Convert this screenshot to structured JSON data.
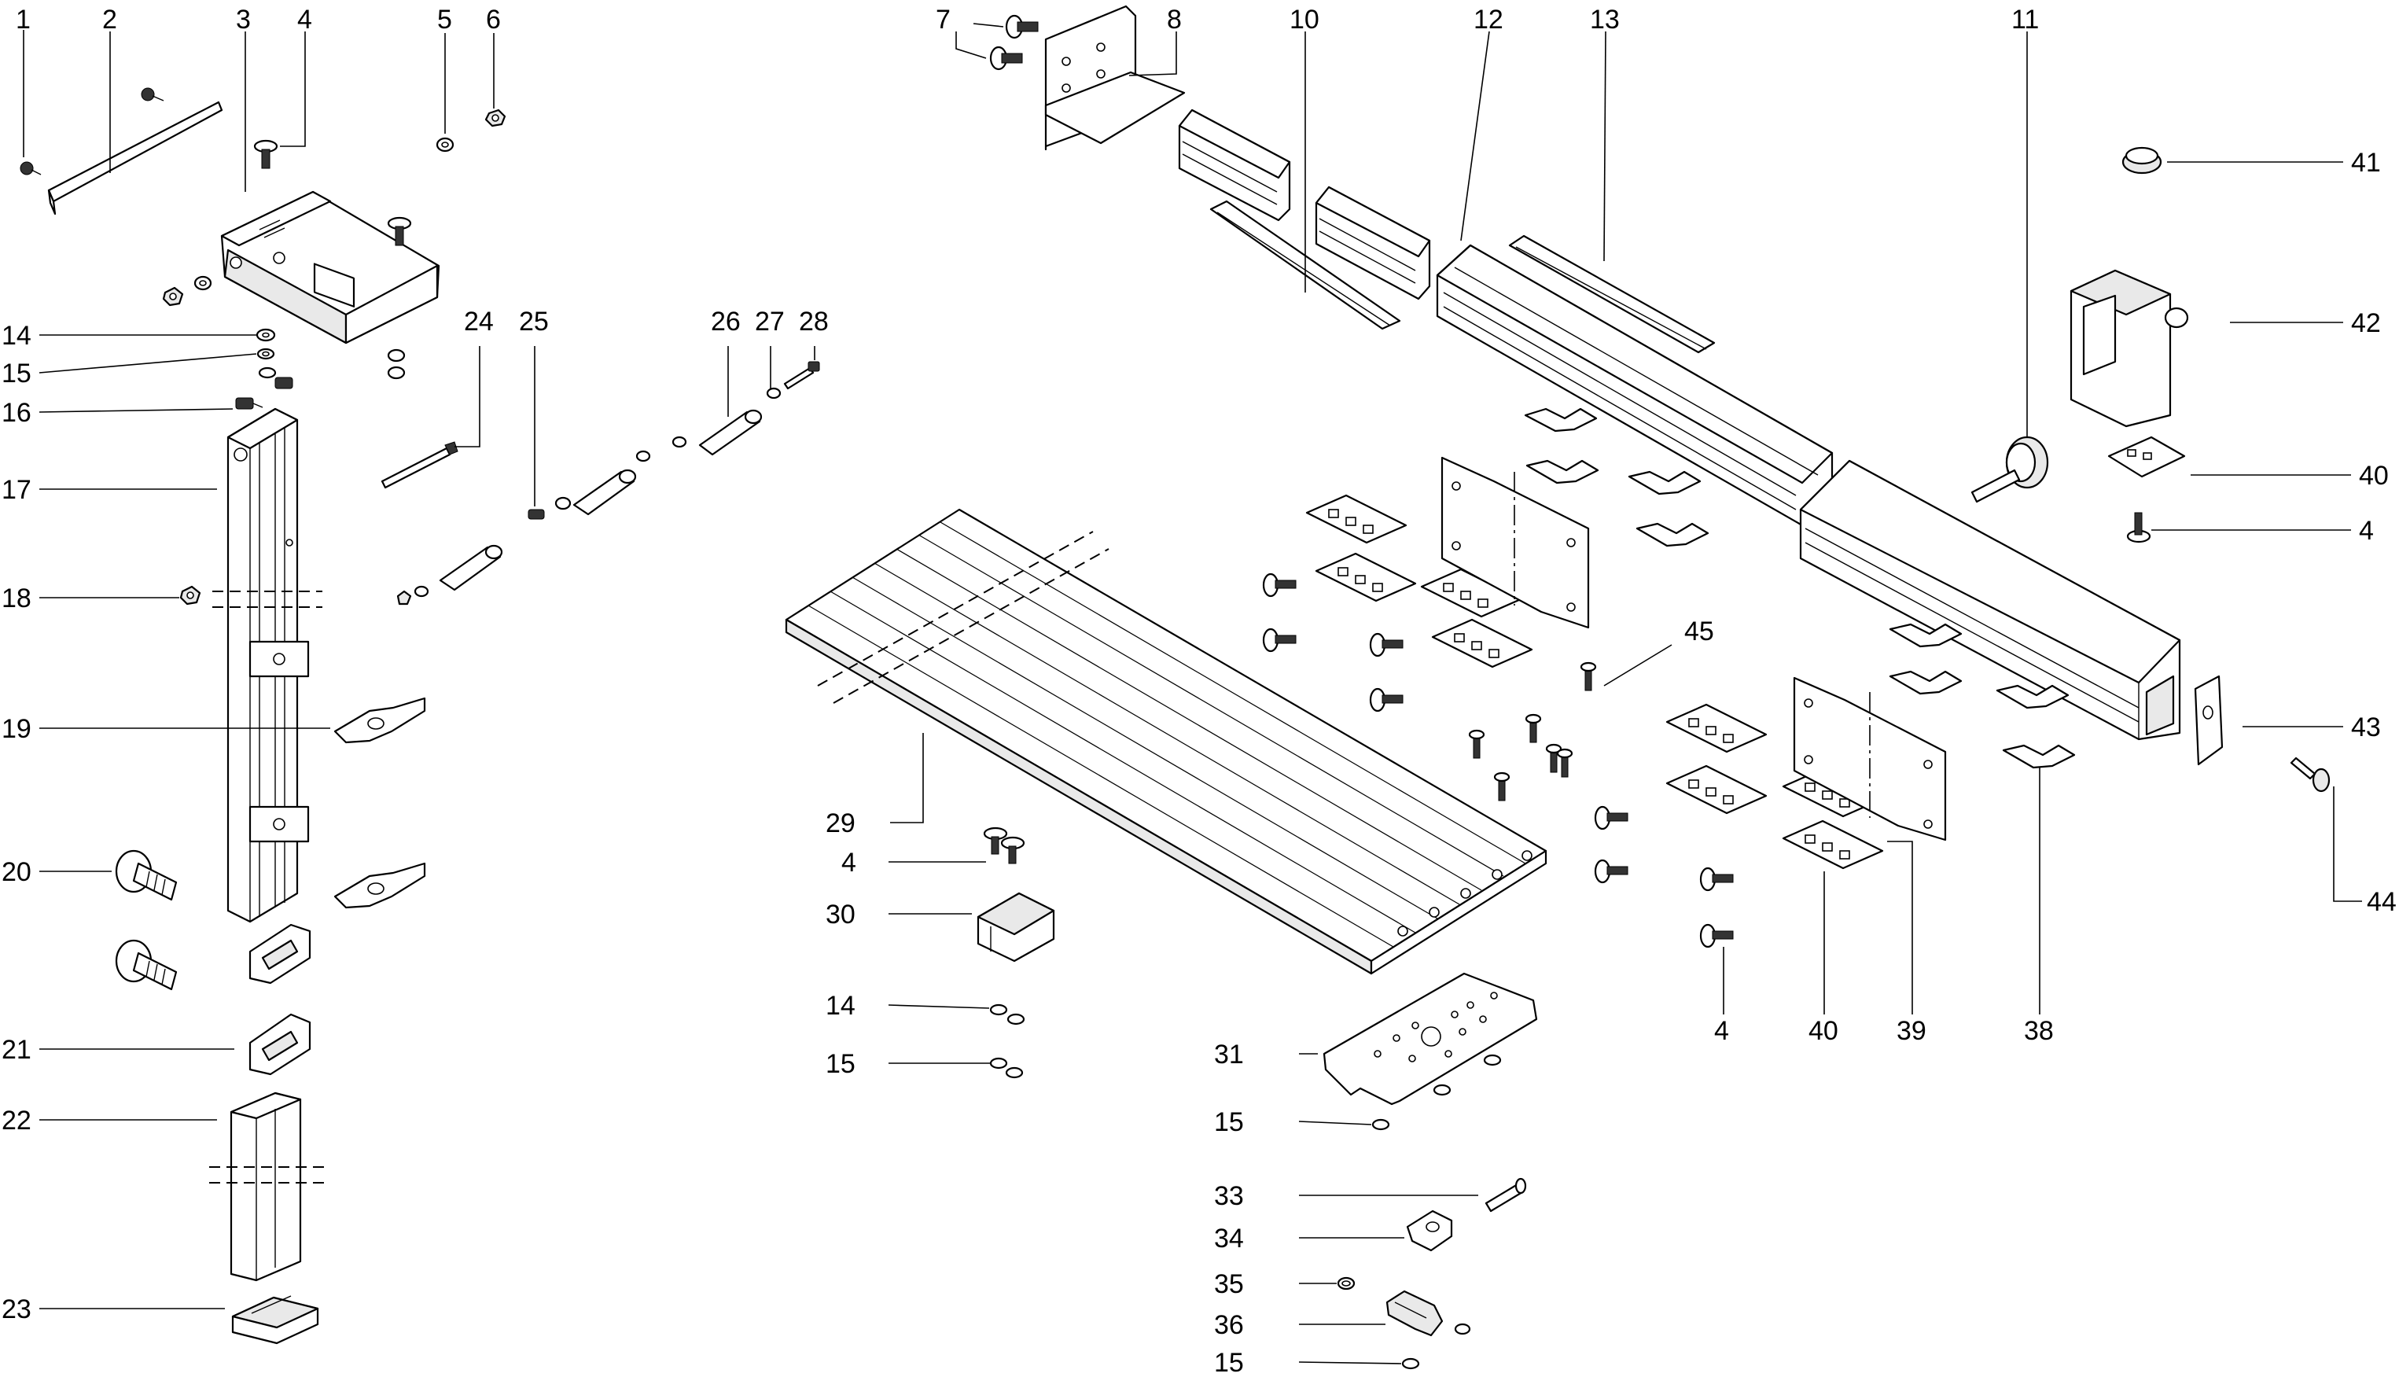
{
  "diagram": {
    "type": "exploded-parts-diagram",
    "callouts": [
      {
        "id": "c1",
        "label": "1"
      },
      {
        "id": "c2",
        "label": "2"
      },
      {
        "id": "c3",
        "label": "3"
      },
      {
        "id": "c4a",
        "label": "4"
      },
      {
        "id": "c5",
        "label": "5"
      },
      {
        "id": "c6",
        "label": "6"
      },
      {
        "id": "c7",
        "label": "7"
      },
      {
        "id": "c8",
        "label": "8"
      },
      {
        "id": "c10",
        "label": "10"
      },
      {
        "id": "c12",
        "label": "12"
      },
      {
        "id": "c13",
        "label": "13"
      },
      {
        "id": "c11",
        "label": "11"
      },
      {
        "id": "c41",
        "label": "41"
      },
      {
        "id": "c42",
        "label": "42"
      },
      {
        "id": "c40a",
        "label": "40"
      },
      {
        "id": "c4b",
        "label": "4"
      },
      {
        "id": "c14a",
        "label": "14"
      },
      {
        "id": "c15a",
        "label": "15"
      },
      {
        "id": "c16",
        "label": "16"
      },
      {
        "id": "c17",
        "label": "17"
      },
      {
        "id": "c18",
        "label": "18"
      },
      {
        "id": "c19",
        "label": "19"
      },
      {
        "id": "c20",
        "label": "20"
      },
      {
        "id": "c21",
        "label": "21"
      },
      {
        "id": "c22",
        "label": "22"
      },
      {
        "id": "c23",
        "label": "23"
      },
      {
        "id": "c24",
        "label": "24"
      },
      {
        "id": "c25",
        "label": "25"
      },
      {
        "id": "c26",
        "label": "26"
      },
      {
        "id": "c27",
        "label": "27"
      },
      {
        "id": "c28",
        "label": "28"
      },
      {
        "id": "c45",
        "label": "45"
      },
      {
        "id": "c43",
        "label": "43"
      },
      {
        "id": "c44",
        "label": "44"
      },
      {
        "id": "c29",
        "label": "29"
      },
      {
        "id": "c4c",
        "label": "4"
      },
      {
        "id": "c30",
        "label": "30"
      },
      {
        "id": "c14b",
        "label": "14"
      },
      {
        "id": "c15b",
        "label": "15"
      },
      {
        "id": "c31",
        "label": "31"
      },
      {
        "id": "c15c",
        "label": "15"
      },
      {
        "id": "c33",
        "label": "33"
      },
      {
        "id": "c34",
        "label": "34"
      },
      {
        "id": "c35",
        "label": "35"
      },
      {
        "id": "c36",
        "label": "36"
      },
      {
        "id": "c15d",
        "label": "15"
      },
      {
        "id": "c4d",
        "label": "4"
      },
      {
        "id": "c40b",
        "label": "40"
      },
      {
        "id": "c39",
        "label": "39"
      },
      {
        "id": "c38",
        "label": "38"
      }
    ]
  }
}
